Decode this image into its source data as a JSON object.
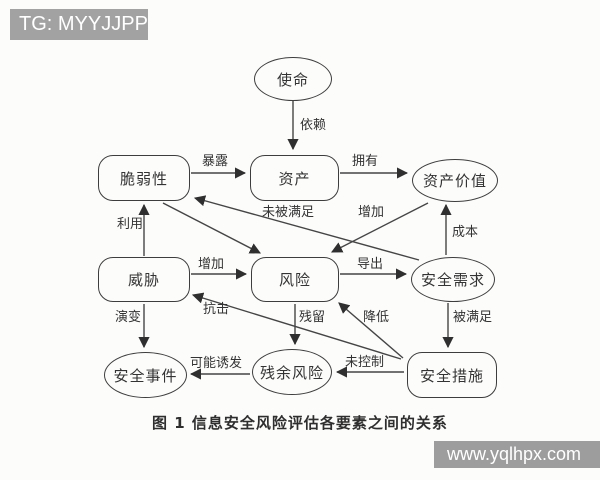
{
  "watermarks": {
    "top": "TG: MYYJJPP",
    "bottom": "www.yqlhpx.com"
  },
  "caption": "图 1 信息安全风险评估各要素之间的关系",
  "colors": {
    "background": "#fcfcfb",
    "line": "#454545",
    "node_border": "#3d3d3d",
    "text": "#333333",
    "watermark_bg": "#a2a2a2",
    "watermark_text": "#ffffff"
  },
  "diagram": {
    "nodes": [
      {
        "id": "mission",
        "label": "使命",
        "shape": "ellipse"
      },
      {
        "id": "vulnerability",
        "label": "脆弱性",
        "shape": "rounded-rect"
      },
      {
        "id": "asset",
        "label": "资产",
        "shape": "rounded-rect"
      },
      {
        "id": "asset-value",
        "label": "资产价值",
        "shape": "ellipse"
      },
      {
        "id": "threat",
        "label": "威胁",
        "shape": "rounded-rect"
      },
      {
        "id": "risk",
        "label": "风险",
        "shape": "rounded-rect"
      },
      {
        "id": "security-requirement",
        "label": "安全需求",
        "shape": "ellipse"
      },
      {
        "id": "security-event",
        "label": "安全事件",
        "shape": "ellipse"
      },
      {
        "id": "residual-risk",
        "label": "残余风险",
        "shape": "ellipse"
      },
      {
        "id": "security-measure",
        "label": "安全措施",
        "shape": "rounded-rect"
      }
    ],
    "edges": [
      {
        "id": "depend",
        "from": "mission",
        "to": "asset",
        "label": "依赖"
      },
      {
        "id": "expose",
        "from": "vulnerability",
        "to": "asset",
        "label": "暴露"
      },
      {
        "id": "own",
        "from": "asset",
        "to": "asset-value",
        "label": "拥有"
      },
      {
        "id": "exploit",
        "from": "threat",
        "to": "vulnerability",
        "label": "利用"
      },
      {
        "id": "increase-by-threat",
        "from": "threat",
        "to": "risk",
        "label": "增加"
      },
      {
        "id": "increase-by-vulnerability",
        "from": "vulnerability",
        "to": "risk",
        "label": ""
      },
      {
        "id": "increase-by-asset-value",
        "from": "asset-value",
        "to": "risk",
        "label": "增加"
      },
      {
        "id": "derive",
        "from": "risk",
        "to": "security-requirement",
        "label": "导出"
      },
      {
        "id": "cost",
        "from": "security-requirement",
        "to": "asset-value",
        "label": "成本"
      },
      {
        "id": "unsatisfied",
        "from": "security-requirement",
        "to": "vulnerability",
        "label": "未被满足"
      },
      {
        "id": "satisfied",
        "from": "security-requirement",
        "to": "security-measure",
        "label": "被满足"
      },
      {
        "id": "reduce",
        "from": "security-measure",
        "to": "risk",
        "label": "降低"
      },
      {
        "id": "combat",
        "from": "security-measure",
        "to": "threat",
        "label": "抗击"
      },
      {
        "id": "residue",
        "from": "risk",
        "to": "residual-risk",
        "label": "残留"
      },
      {
        "id": "uncontrolled",
        "from": "security-measure",
        "to": "residual-risk",
        "label": "未控制"
      },
      {
        "id": "may-induce",
        "from": "residual-risk",
        "to": "security-event",
        "label": "可能诱发"
      },
      {
        "id": "evolve",
        "from": "threat",
        "to": "security-event",
        "label": "演变"
      }
    ]
  }
}
